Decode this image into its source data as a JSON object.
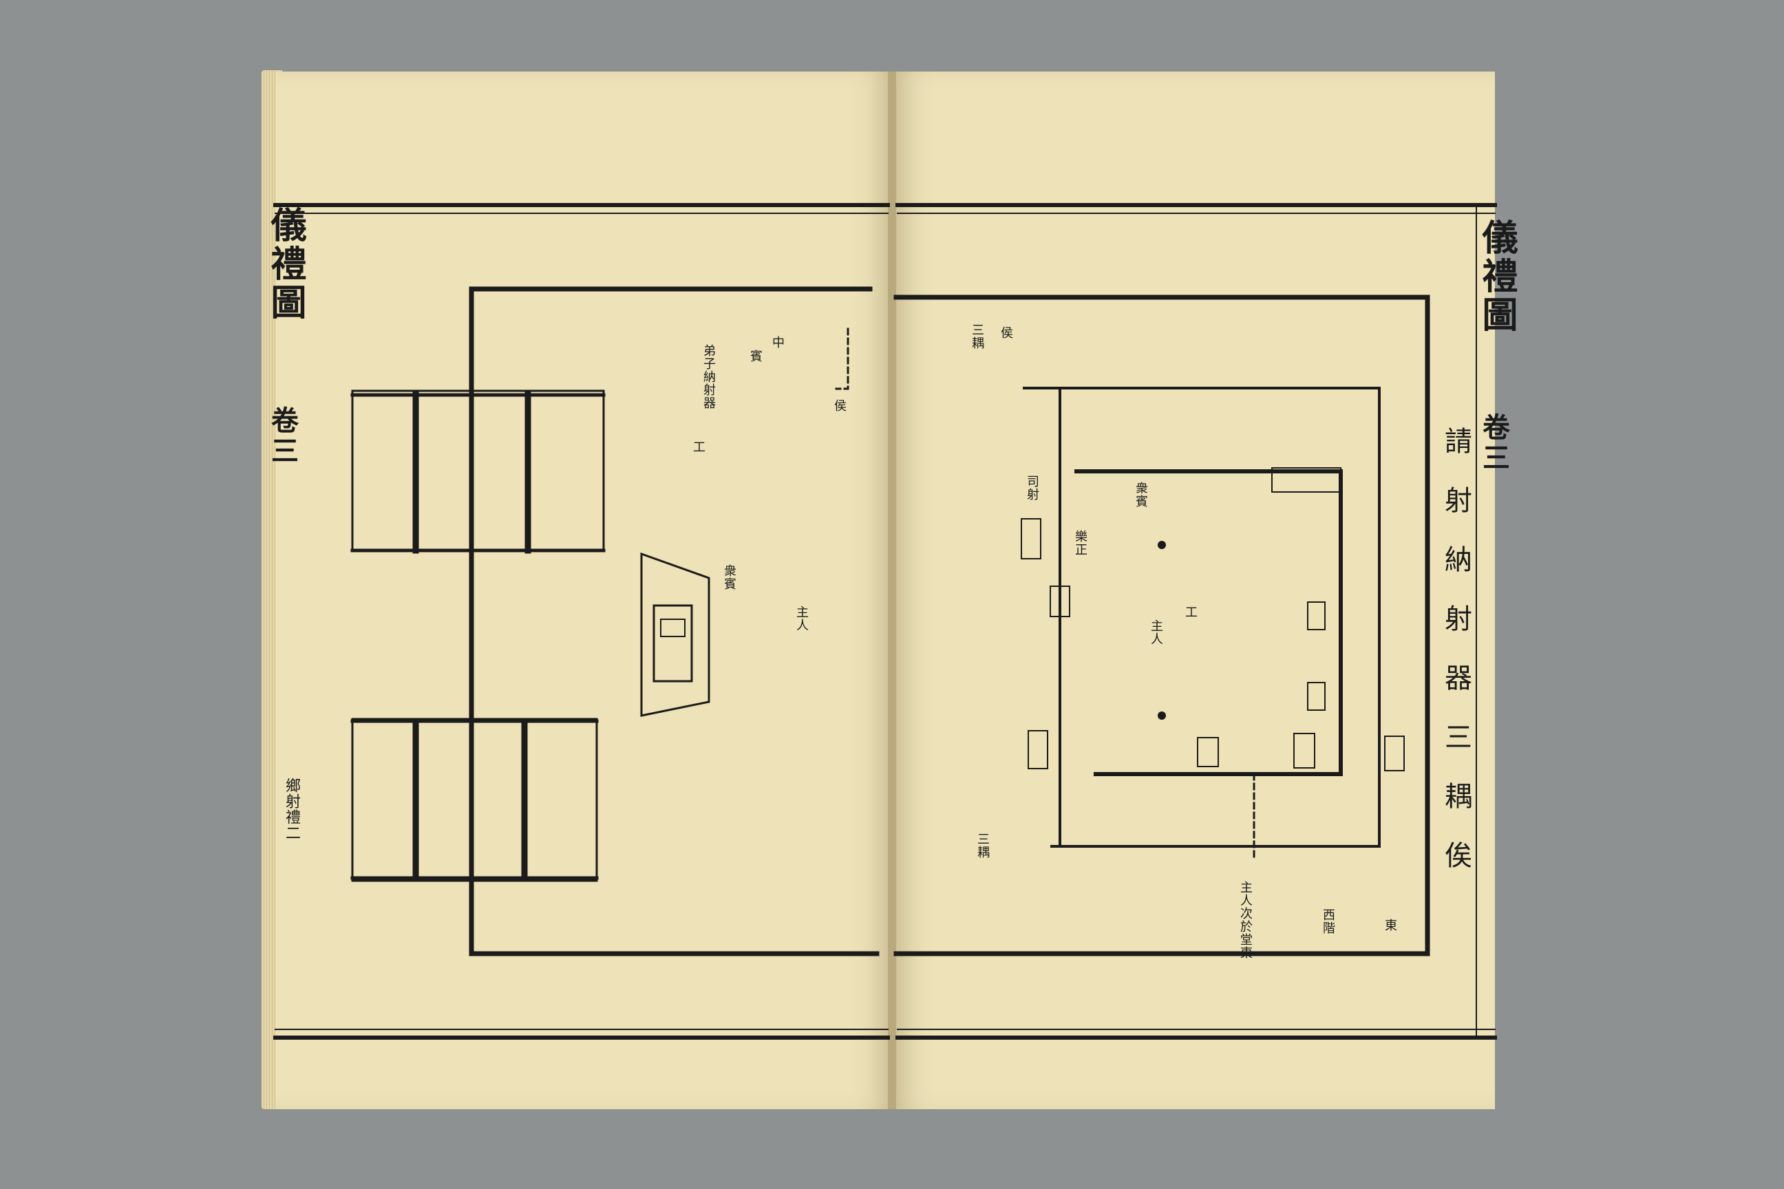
{
  "left_page": {
    "margin_title": "儀禮圖",
    "margin_volume": "卷三",
    "margin_footer": "鄉射禮二",
    "labels": [
      "弟子納射器",
      "賓",
      "中",
      "工",
      "衆賓",
      "主人",
      "侯"
    ]
  },
  "right_page": {
    "margin_title": "儀禮圖",
    "margin_volume": "卷三",
    "heading": "請射納射器三耦俟",
    "labels": [
      "三耦",
      "侯",
      "衆賓",
      "主人",
      "司射",
      "樂正",
      "工",
      "三耦",
      "主人次於堂東",
      "西階",
      "東"
    ]
  },
  "colors": {
    "paper": "#ede2b8",
    "ink": "#1b1b1b",
    "background": "#8e9191"
  }
}
